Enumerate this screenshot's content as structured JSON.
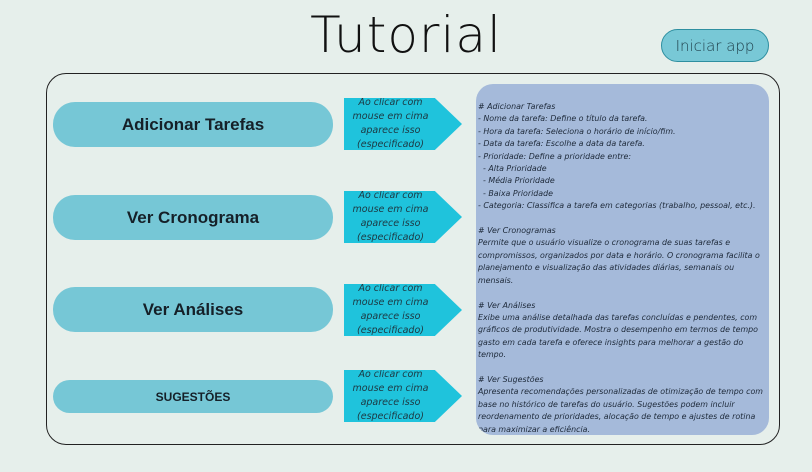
{
  "header": {
    "title": "Tutorial",
    "start_button_label": "Iniciar app"
  },
  "nav": [
    {
      "label": "Adicionar Tarefas",
      "hint": "Ao clicar com mouse em cima aparece isso (especificado)"
    },
    {
      "label": "Ver Cronograma",
      "hint": "Ao clicar com mouse em cima aparece isso (especificado)"
    },
    {
      "label": "Ver Análises",
      "hint": "Ao clicar com mouse em cima aparece isso (especificado)"
    },
    {
      "label": "SUGESTÕES",
      "hint": "Ao clicar com mouse em cima aparece isso (especificado)"
    }
  ],
  "info": {
    "text": "# Adicionar Tarefas\n- Nome da tarefa: Define o título da tarefa.\n- Hora da tarefa: Seleciona o horário de início/fim.\n- Data da tarefa: Escolhe a data da tarefa.\n- Prioridade: Define a prioridade entre:\n  - Alta Prioridade\n  - Média Prioridade\n  - Baixa Prioridade\n- Categoria: Classifica a tarefa em categorias (trabalho, pessoal, etc.).\n\n# Ver Cronogramas\nPermite que o usuário visualize o cronograma de suas tarefas e compromissos, organizados por data e horário. O cronograma facilita o planejamento e visualização das atividades diárias, semanais ou mensais.\n\n# Ver Análises\nExibe uma análise detalhada das tarefas concluídas e pendentes, com gráficos de produtividade. Mostra o desempenho em termos de tempo gasto em cada tarefa e oferece insights para melhorar a gestão do tempo.\n\n# Ver Sugestões\nApresenta recomendações personalizadas de otimização de tempo com base no histórico de tarefas do usuário. Sugestões podem incluir reordenamento de prioridades, alocação de tempo e ajustes de rotina para maximizar a eficiência."
  }
}
